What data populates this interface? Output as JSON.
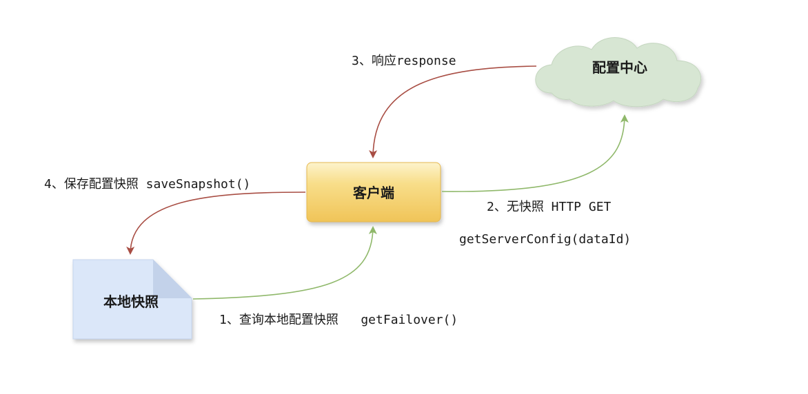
{
  "nodes": {
    "config_center": {
      "label": "配置中心"
    },
    "client": {
      "label": "客户端"
    },
    "local_snapshot": {
      "label": "本地快照"
    }
  },
  "edges": {
    "step1": {
      "label": "1、查询本地配置快照   getFailover()"
    },
    "step2": {
      "label": "2、无快照 HTTP GET",
      "label_line2": "getServerConfig(dataId)"
    },
    "step3": {
      "label": "3、响应response"
    },
    "step4": {
      "label": "4、保存配置快照 saveSnapshot()"
    }
  },
  "colors": {
    "request_arrow": "#8fb86a",
    "response_arrow": "#a84d43",
    "cloud_fill": "#d7e6d3",
    "client_fill_top": "#fbe8a6",
    "client_fill_bottom": "#f0c457",
    "document_fill": "#dbe7f9"
  }
}
